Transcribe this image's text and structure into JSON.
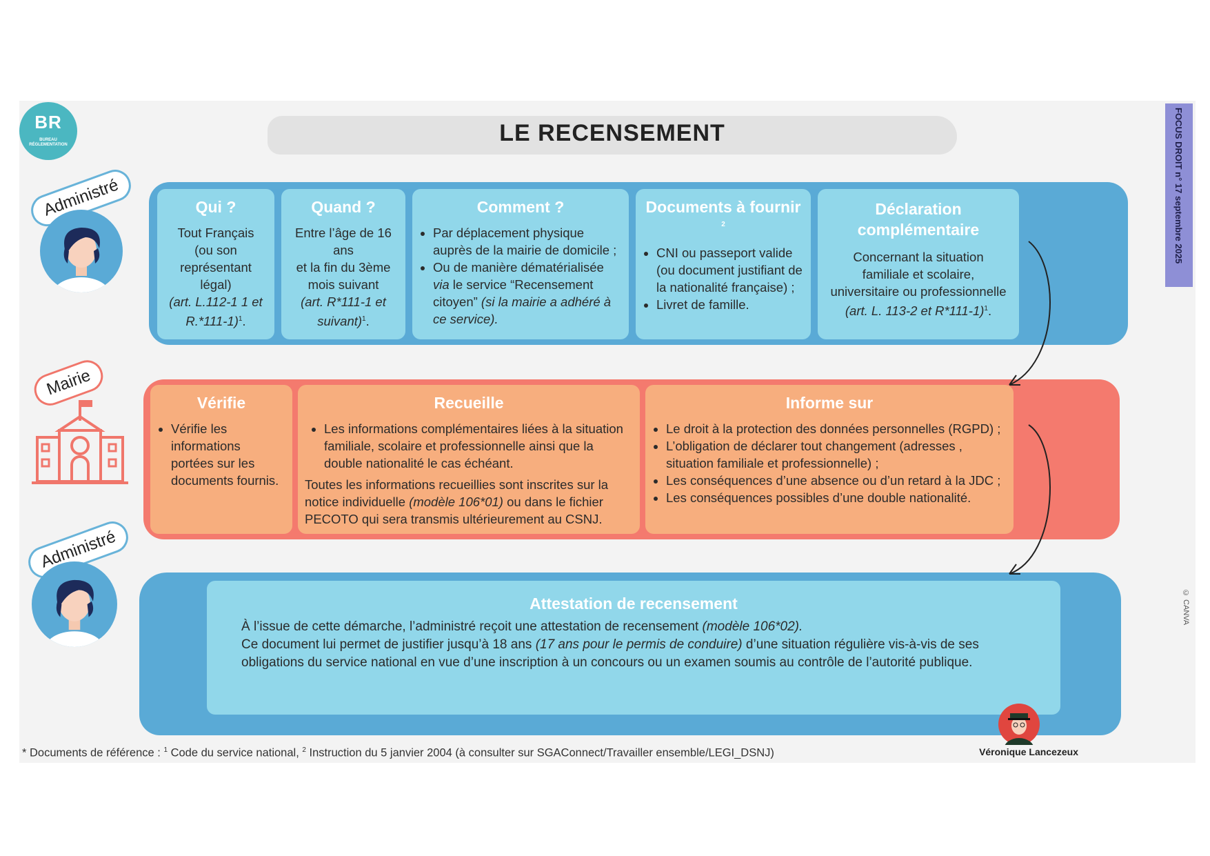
{
  "logo": {
    "big": "BR",
    "small": "BUREAU RÉGLEMENTATION"
  },
  "title": "LE RECENSEMENT",
  "focus_tag": "FOCUS DROIT n° 17 septembre 2025",
  "labels": {
    "administre_top": "Administré",
    "mairie": "Mairie",
    "administre_bottom": "Administré"
  },
  "row1": {
    "qui": {
      "title": "Qui ?",
      "l1": "Tout Français",
      "l2": "(ou son",
      "l3": "représentant légal)",
      "ref": "(art. L.112-1 1 et",
      "ref2": "R.*111-1)",
      "sup": "1",
      "end": "."
    },
    "quand": {
      "title": "Quand ?",
      "l1": "Entre l’âge de 16 ans",
      "l2": "et  la fin du 3ème",
      "l3": "mois suivant",
      "ref": "(art. R*111-1 et",
      "ref2": "suivant)",
      "sup": "1",
      "end": "."
    },
    "comment": {
      "title": "Comment ?",
      "b1": "Par déplacement physique auprès de la mairie de domicile ;",
      "b2a": "Ou de manière dématérialisée ",
      "b2via": "via",
      "b2b": " le service “Recensement citoyen” ",
      "b2it": "(si la mairie a adhéré à ce service).",
      "b2c": ""
    },
    "documents": {
      "title": "Documents à fournir",
      "title_sup": "2",
      "b1": "CNI ou passeport valide (ou document justifiant de la nationalité française) ;",
      "b2": "Livret de famille."
    },
    "declaration": {
      "title": "Déclaration complémentaire",
      "l1": "Concernant la situation",
      "l2": "familiale et scolaire,",
      "l3": "universitaire ou professionnelle",
      "ref": "(art. L. 113-2 et R*111-1)",
      "sup": "1",
      "end": "."
    }
  },
  "row2": {
    "verifie": {
      "title": "Vérifie",
      "b1": "Vérifie les informations portées sur les documents fournis."
    },
    "recueille": {
      "title": "Recueille",
      "b1": "Les informations complémentaires liées à la situation familiale, scolaire et professionnelle ainsi que la double nationalité le cas échéant.",
      "p1": "Toutes les informations recueillies sont inscrites sur la notice individuelle ",
      "p_it": "(modèle 106*01)",
      "p2": " ou dans le fichier PECOTO qui sera transmis ultérieurement au CSNJ."
    },
    "informe": {
      "title": "Informe sur",
      "b1": "Le droit à la protection des données personnelles (RGPD) ;",
      "b2": "L’obligation de déclarer tout changement (adresses , situation familiale et professionnelle) ;",
      "b3": "Les conséquences d’une absence ou d’un retard à la JDC ;",
      "b4": "Les conséquences possibles d’une double nationalité."
    }
  },
  "row3": {
    "title": "Attestation de recensement",
    "p1": "À l’issue de cette démarche, l’administré reçoit une attestation de recensement ",
    "p1_it": "(modèle 106*02).",
    "p2a": "Ce document lui permet de justifier jusqu’à 18 ans ",
    "p2_it": "(17 ans pour le permis de conduire)",
    "p2b": " d’une situation régulière vis-à-vis de ses obligations du service national en vue d’une inscription à un concours ou un examen soumis au contrôle de l’autorité publique."
  },
  "footnote": {
    "a": "* Documents de référence : ",
    "sup1": "1",
    "b": " Code du service national, ",
    "sup2": "2",
    "c": " Instruction du 5 janvier 2004 (à consulter sur SGAConnect/Travailler ensemble/LEGI_DSNJ)"
  },
  "author": "Véronique Lancezeux",
  "credit": "© CANVA",
  "colors": {
    "blue_band": "#5aaad6",
    "blue_card": "#91d7ea",
    "red_band": "#f47a6e",
    "orange_card": "#f7ae7e",
    "tag": "#8e8fd6"
  }
}
